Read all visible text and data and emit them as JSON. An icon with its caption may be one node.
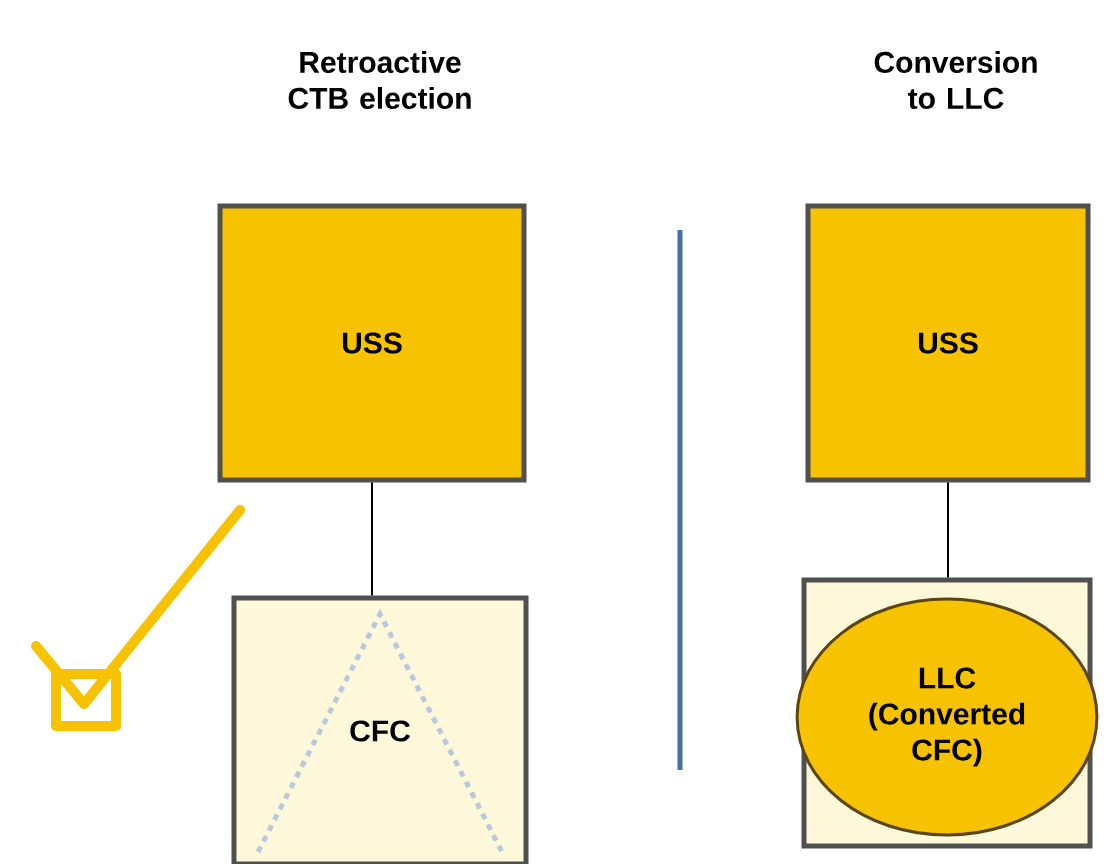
{
  "diagram": {
    "nodes": [
      {
        "text": [
          "USS"
        ]
      },
      {
        "text": [
          "CFC"
        ]
      },
      {
        "text": [
          "USS"
        ]
      },
      {
        "text": [],
        "shape": "box"
      },
      {
        "text": [
          "LLC (Converted CFC)"
        ],
        "in": 3
      }
    ],
    "edges": [
      {
        "from": 0,
        "to": 1,
        "arrow": "none"
      },
      {
        "from": 2,
        "to": 3,
        "arrow": "none"
      }
    ],
    "labels": [
      "Retroactive CTB election",
      "Conversion to LLC"
    ]
  }
}
